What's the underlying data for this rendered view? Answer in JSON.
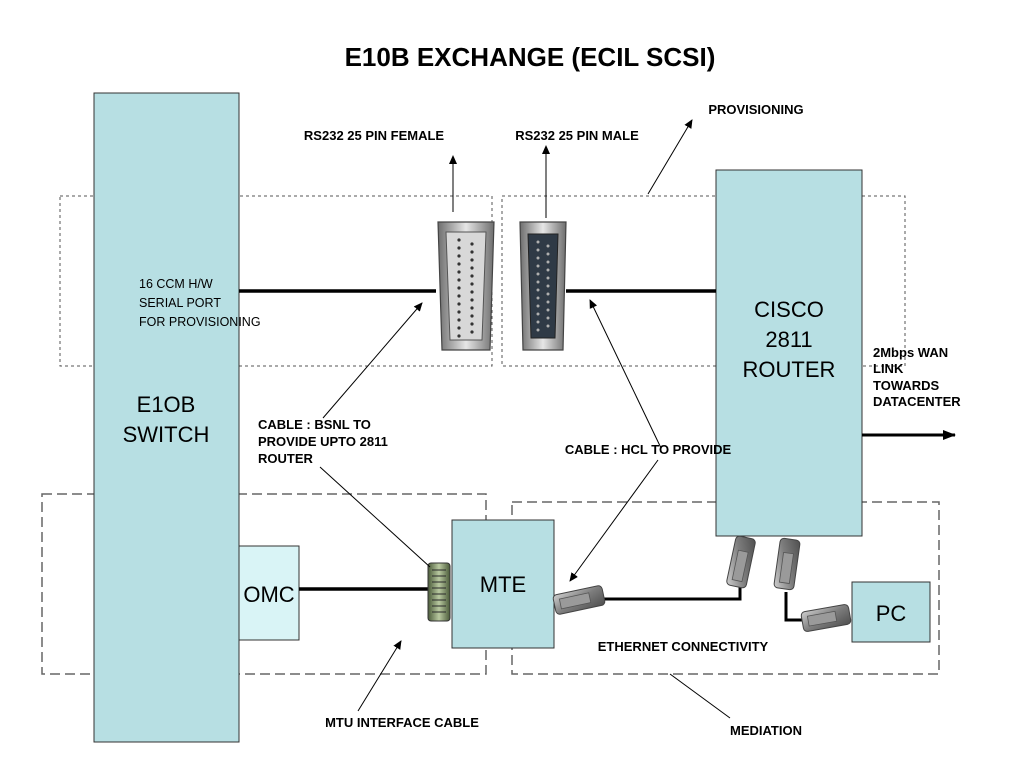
{
  "title": "E10B EXCHANGE (ECIL SCSI)",
  "boxes": {
    "switch_line1": "E1OB",
    "switch_line2": "SWITCH",
    "router_line1": "CISCO",
    "router_line2": "2811",
    "router_line3": "ROUTER",
    "omc": "OMC",
    "mte": "MTE",
    "pc": "PC"
  },
  "labels": {
    "rs232_female": "RS232 25 PIN FEMALE",
    "rs232_male": "RS232 25 PIN MALE",
    "provisioning": "PROVISIONING",
    "serial_port_1": "16 CCM H/W",
    "serial_port_2": "SERIAL PORT",
    "serial_port_3": "FOR PROVISIONING",
    "wan_1": "2Mbps WAN",
    "wan_2": "LINK",
    "wan_3": "TOWARDS",
    "wan_4": "DATACENTER",
    "cable_bsnl_1": "CABLE : BSNL TO",
    "cable_bsnl_2": "PROVIDE UPTO 2811",
    "cable_bsnl_3": "ROUTER",
    "cable_hcl": "CABLE : HCL TO PROVIDE",
    "ethernet": "ETHERNET CONNECTIVITY",
    "mtu_cable": "MTU INTERFACE CABLE",
    "mediation": "MEDIATION"
  },
  "colors": {
    "box_fill": "#b7dfe3",
    "omc_fill": "#d9f4f6",
    "connector_grey": "#8a8a8a",
    "line": "#000000"
  }
}
